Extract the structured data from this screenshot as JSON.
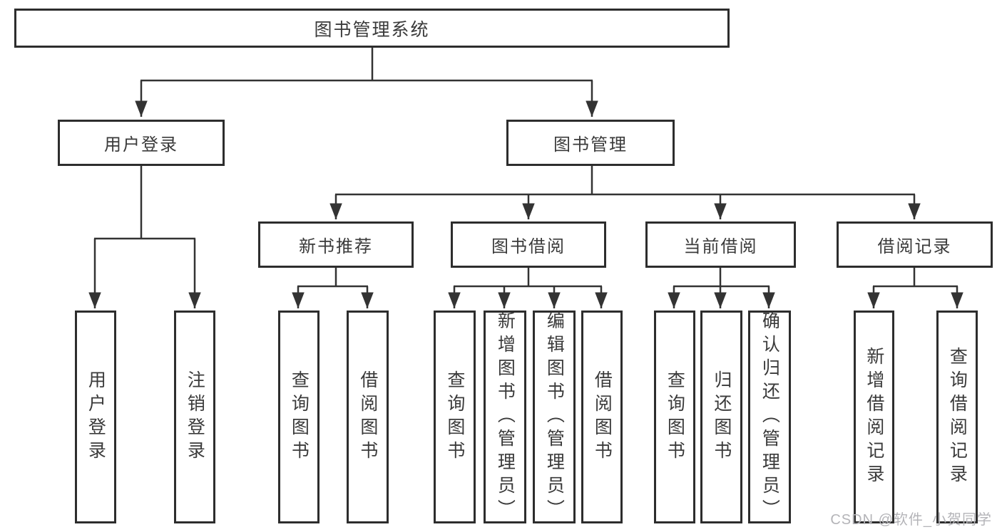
{
  "root": {
    "label": "图书管理系统"
  },
  "branches": [
    {
      "label": "用户登录",
      "children": [
        {
          "label": "用户登录"
        },
        {
          "label": "注销登录"
        }
      ]
    },
    {
      "label": "图书管理",
      "children": [
        {
          "label": "新书推荐",
          "children": [
            {
              "label": "查询图书"
            },
            {
              "label": "借阅图书"
            }
          ]
        },
        {
          "label": "图书借阅",
          "children": [
            {
              "label": "查询图书"
            },
            {
              "label": "新增图书（管理员）"
            },
            {
              "label": "编辑图书（管理员）"
            },
            {
              "label": "借阅图书"
            }
          ]
        },
        {
          "label": "当前借阅",
          "children": [
            {
              "label": "查询图书"
            },
            {
              "label": "归还图书"
            },
            {
              "label": "确认归还（管理员）"
            }
          ]
        },
        {
          "label": "借阅记录",
          "children": [
            {
              "label": "新增借阅记录"
            },
            {
              "label": "查询借阅记录"
            }
          ]
        }
      ]
    }
  ],
  "watermark": {
    "text": "CSDN @软件_小贺同学"
  },
  "colors": {
    "line": "#333333",
    "box_border": "#2d2d2d",
    "text": "#3a3a3a",
    "watermark": "#b4b4b8",
    "background": "#ffffff"
  }
}
